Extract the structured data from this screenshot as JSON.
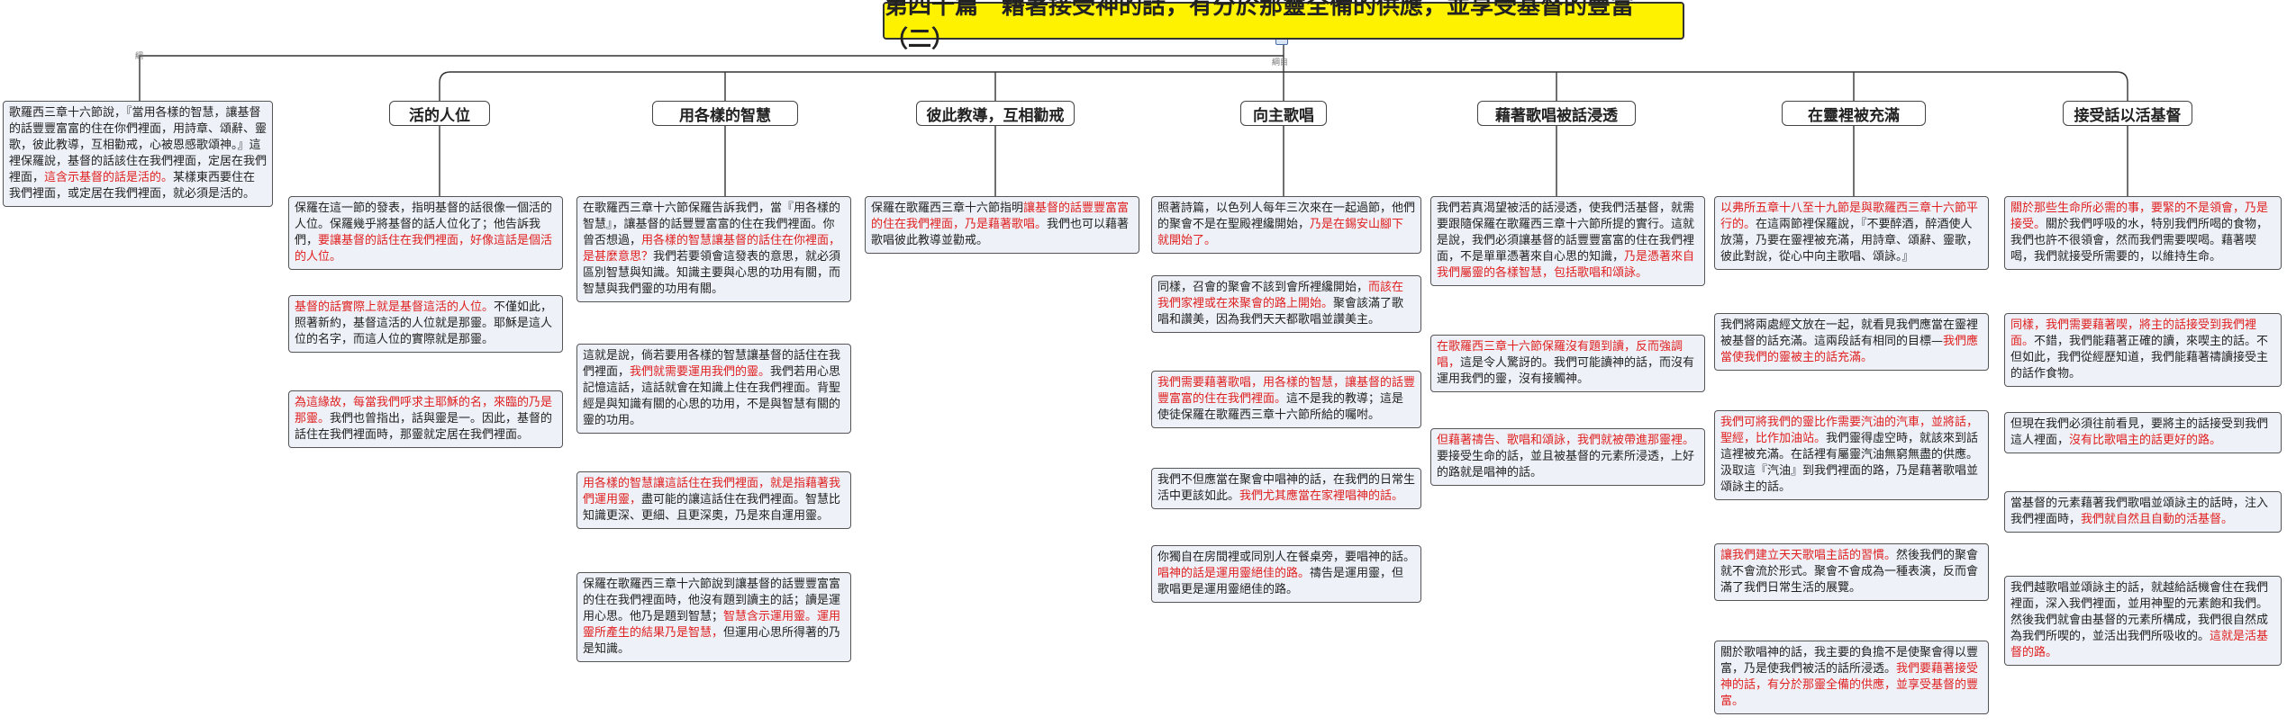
{
  "root": {
    "title": "第四十篇　藉著接受神的話，有分於那靈全備的供應，並享受基督的豐富（二）"
  },
  "branch_marks": {
    "left": "綱",
    "center": "綱目"
  },
  "intro": [
    {
      "t": "歌羅西三章十六節說，『當用各樣的智慧，讓基督的話豐豐富富的住在你們裡面，用詩章、頌辭、靈歌，彼此教導，互相勸戒，心被恩感歌頌神。』這裡保羅說，基督的話該住在我們裡面，定居在我們裡面，"
    },
    {
      "t": "這含示基督的話是活的。",
      "hl": true
    },
    {
      "t": "某樣東西要住在我們裡面，或定居在我們裡面，就必須是活的。"
    }
  ],
  "topics": [
    {
      "title": "活的人位",
      "notes": [
        [
          {
            "t": "保羅在這一節的發表，指明基督的話很像一個活的人位。保羅幾乎將基督的話人位化了；他告訴我們，"
          },
          {
            "t": "要讓基督的話住在我們裡面，好像這話是個活的人位。",
            "hl": true
          }
        ],
        [
          {
            "t": "基督的話實際上就是基督這活的人位。",
            "hl": true
          },
          {
            "t": "不僅如此，照著新約，基督這活的人位就是那靈。耶穌是這人位的名字，而這人位的實際就是那靈。"
          }
        ],
        [
          {
            "t": "為這緣故，每當我們呼求主耶穌的名，",
            "hl": true
          },
          {
            "t": "來臨的乃是那靈。",
            "hl": true
          },
          {
            "t": "我們也曾指出，話與靈是一。因此，基督的話住在我們裡面時，那靈就定居在我們裡面。"
          }
        ]
      ]
    },
    {
      "title": "用各樣的智慧",
      "notes": [
        [
          {
            "t": "在歌羅西三章十六節保羅告訴我們，當『用各樣的智慧』，"
          },
          {
            "t": "讓基督的話豐豐富富的住在我們裡面。你曾否想過，",
            "hl": false
          },
          {
            "t": "用各樣的智慧讓基督的話住在你裡面，是甚麼意思？",
            "hl": true
          },
          {
            "t": "我們若要領會這發表的意思，就必須區別智慧與知識。知識主要與心思的功用有關，而智慧與我們靈的功用有關。"
          }
        ],
        [
          {
            "t": "這就是說，倘若要用各樣的智慧讓基督的話住在我們裡面，"
          },
          {
            "t": "我們就需要運用我們的靈。",
            "hl": true
          },
          {
            "t": "我們若用心思記憶這話，這話就會在知識上住在我們裡面。背聖經是與知識有關的心思的功用，不是與智慧有關的靈的功用。"
          }
        ],
        [
          {
            "t": "用各樣的智慧讓這話住在我們裡面，就是指藉著我們運用靈，",
            "hl": true
          },
          {
            "t": "盡可能的讓這話住在我們裡面。智慧比知識更深、更細、且更深奧，乃是來自運用靈。"
          }
        ],
        [
          {
            "t": "保羅在歌羅西三章十六節說到讓基督的話豐豐富富的住在我們裡面時，他沒有題到讀主的話；讀是運用心思。他乃是題到智慧；"
          },
          {
            "t": "智慧含示運用靈。運用靈所產生的結果乃是智慧，",
            "hl": true
          },
          {
            "t": "但運用心思所得著的乃是知識。"
          }
        ]
      ]
    },
    {
      "title": "彼此教導，互相勸戒",
      "notes": [
        [
          {
            "t": "保羅在歌羅西三章十六節指明"
          },
          {
            "t": "讓基督的話豐豐富富的住在我們裡面，乃是藉著歌唱。",
            "hl": true
          },
          {
            "t": "我們也可以藉著歌唱彼此教導並勸戒。"
          }
        ]
      ]
    },
    {
      "title": "向主歌唱",
      "notes": [
        [
          {
            "t": "照著詩篇，以色列人每年三次來在一起過節，他們的聚會不是在聖殿裡纔開始，"
          },
          {
            "t": "乃是在錫安山腳下就開始了。",
            "hl": true
          }
        ],
        [
          {
            "t": "同樣，召會的聚會不該到會所裡纔開始，"
          },
          {
            "t": "而該在我們家裡或在來聚會的路上開始。",
            "hl": true
          },
          {
            "t": "聚會該滿了歌唱和讚美，因為我們天天都歌唱並讚美主。"
          }
        ],
        [
          {
            "t": "我們需要藉著歌唱，用各樣的智慧，讓基督的話豐豐富富的住在我們裡面。",
            "hl": true
          },
          {
            "t": "這不是我的教導；這是使徒保羅在歌羅西三章十六節所給的囑咐。"
          }
        ],
        [
          {
            "t": "我們不但應當在聚會中唱神的話，在我們的日常生活中更該如此。"
          },
          {
            "t": "我們尤其應當在家裡唱神的話。",
            "hl": true
          }
        ],
        [
          {
            "t": "你獨自在房間裡或同別人在餐桌旁，要唱神的話。"
          },
          {
            "t": "唱神的話是運用靈絕佳的路。",
            "hl": true
          },
          {
            "t": "禱告是運用靈，但歌唱更是運用靈絕佳的路。"
          }
        ]
      ]
    },
    {
      "title": "藉著歌唱被話浸透",
      "notes": [
        [
          {
            "t": "我們若真渴望被活的話浸透，使我們活基督，就需要跟隨保羅在歌羅西三章十六節所提的實行。這就是說，我們必須讓基督的話豐豐富富的住在我們裡面，不是單單憑著來自心思的知識，"
          },
          {
            "t": "乃是憑著來自我們屬靈的各樣智慧，包括歌唱和頌詠。",
            "hl": true
          }
        ],
        [
          {
            "t": "在歌羅西三章十六節保羅沒有題到讀，反而強調唱，",
            "hl": true
          },
          {
            "t": "這是令人驚訝的。我們可能讀神的話，而沒有運用我們的靈，沒有接觸神。"
          }
        ],
        [
          {
            "t": "但藉著禱告、歌唱和頌詠，我們就被帶進那靈裡。",
            "hl": true
          },
          {
            "t": "要接受生命的話，並且被基督的元素所浸透，上好的路就是唱神的話。"
          }
        ]
      ]
    },
    {
      "title": "在靈裡被充滿",
      "notes": [
        [
          {
            "t": "以弗所五章十八至十九節是與歌羅西三章十六節平行的。",
            "hl": true
          },
          {
            "t": "在這兩節裡保羅說，『不要醉酒，醉酒使人放蕩，乃要在靈裡被充滿，用詩章、頌辭、靈歌，彼此對說，從心中向主歌唱、頌詠。』"
          }
        ],
        [
          {
            "t": "我們將兩處經文放在一起，就看見我們應當在靈裡被基督的話充滿。這兩段話有相同的目標—"
          },
          {
            "t": "我們應當使我們的靈被主的話充滿。",
            "hl": true
          }
        ],
        [
          {
            "t": "我們可將我們的靈比作需要汽油的汽車，",
            "hl": true
          },
          {
            "t": "並將話，聖經，比作加油站。",
            "hl": true
          },
          {
            "t": "我們靈得虛空時，就該來到話這裡被充滿。在話裡有屬靈汽油無窮無盡的供應。汲取這『汽油』到我們裡面的路，乃是藉著歌唱並頌詠主的話。"
          }
        ],
        [
          {
            "t": "讓我們建立天天歌唱主話的習慣。",
            "hl": true
          },
          {
            "t": "然後我們的聚會就不會流於形式。聚會不會成為一種表演，反而會滿了我們日常生活的展覽。"
          }
        ],
        [
          {
            "t": "關於歌唱神的話，我主要的負擔不是使聚會得以豐富，乃是使我們被活的話所浸透。"
          },
          {
            "t": "我們要藉著接受神的話，有分於那靈全備的供應，並享受基督的豐富。",
            "hl": true
          }
        ]
      ]
    },
    {
      "title": "接受話以活基督",
      "notes": [
        [
          {
            "t": "關於那些生命所必需的事，要緊的不是領會，乃是接受。",
            "hl": true
          },
          {
            "t": "關於我們呼吸的水，特別我們所喝的食物，我們也許不很領會，然而我們需要喫喝。藉著喫喝，我們就接受所需要的，以維持生命。"
          }
        ],
        [
          {
            "t": "同樣，我們需要藉著喫，將主的話接受到我們裡面。",
            "hl": true
          },
          {
            "t": "不錯，我們能藉著正確的讀，來喫主的話。不但如此，我們從經歷知道，我們能藉著禱讀接受主的話作食物。"
          }
        ],
        [
          {
            "t": "但現在我們必須往前看見，要將主的話接受到我們這人裡面，"
          },
          {
            "t": "沒有比歌唱主的話更好的路。",
            "hl": true
          }
        ],
        [
          {
            "t": "當基督的元素藉著我們歌唱並頌詠主的話時，注入我們裡面時，"
          },
          {
            "t": "我們就自然且自動的活基督。",
            "hl": true
          }
        ],
        [
          {
            "t": "我們越歌唱並頌詠主的話，就越給話機會住在我們裡面，深入我們裡面，並用神聖的元素飽和我們。然後我們就會由基督的元素所構成，我們很自然成為我們所喫的，並活出我們所吸收的。"
          },
          {
            "t": "這就是活基督的路。",
            "hl": true
          }
        ]
      ]
    }
  ]
}
